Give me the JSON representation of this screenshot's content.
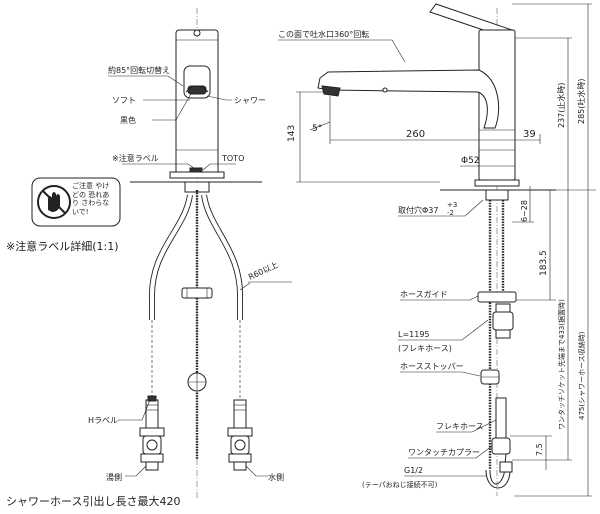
{
  "front_view": {
    "label_rotation": "約85°回転切替え",
    "label_soft": "ソフト",
    "label_shower": "シャワー",
    "label_black": "黒色",
    "label_caution": "※注意ラベル",
    "label_toto": "TOTO",
    "label_caution_detail": "※注意ラベル詳細(1:1)",
    "caution_text": "ご注意 やけどの 恐れあり さわらな いで!",
    "label_r60": "R60以上",
    "label_h": "Hラベル",
    "label_hot": "湯側",
    "label_cold": "水側",
    "label_max": "シャワーホース引出し長さ最大420"
  },
  "side_view": {
    "label_rotate_360": "この面で吐水口360°回転",
    "dim_143": "143",
    "dim_5deg": "5°",
    "dim_260": "260",
    "dim_39": "39",
    "dim_phi52": "Φ52",
    "dim_237": "237(止水時)",
    "dim_285": "285(吐水時)",
    "label_hole": "取付穴Φ37",
    "hole_tol_plus": "+3",
    "hole_tol_minus": "-2",
    "dim_6_28": "6~28",
    "dim_183_5": "183.5",
    "dim_433": "ワンタッチソケット先端まで433(据置時)",
    "dim_475": "475(シャワーホース収納時)",
    "label_hose_guide": "ホースガイド",
    "label_length": "L=1195",
    "label_flexi_paren": "(フレキホース)",
    "label_stopper": "ホースストッパー",
    "label_flexi": "フレキホース",
    "label_coupler": "ワンタッチカプラー",
    "dim_7_5": "7.5",
    "label_g12": "G1/2",
    "label_taper": "(テーパおねじ接続不可)"
  }
}
